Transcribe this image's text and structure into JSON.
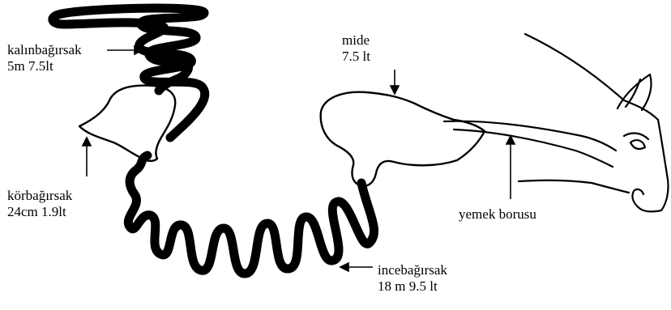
{
  "labels": {
    "kalin": {
      "name": "kalınbağırsak",
      "measure": "5m  7.5lt"
    },
    "mide": {
      "name": "mide",
      "measure": "7.5 lt"
    },
    "kor": {
      "name": "körbağırsak",
      "measure": "24cm  1.9lt"
    },
    "yemek": {
      "name": "yemek borusu"
    },
    "ince": {
      "name": "incebağırsak",
      "measure": "18 m   9.5 lt"
    }
  },
  "colors": {
    "ink": "#000000",
    "background": "#ffffff"
  }
}
